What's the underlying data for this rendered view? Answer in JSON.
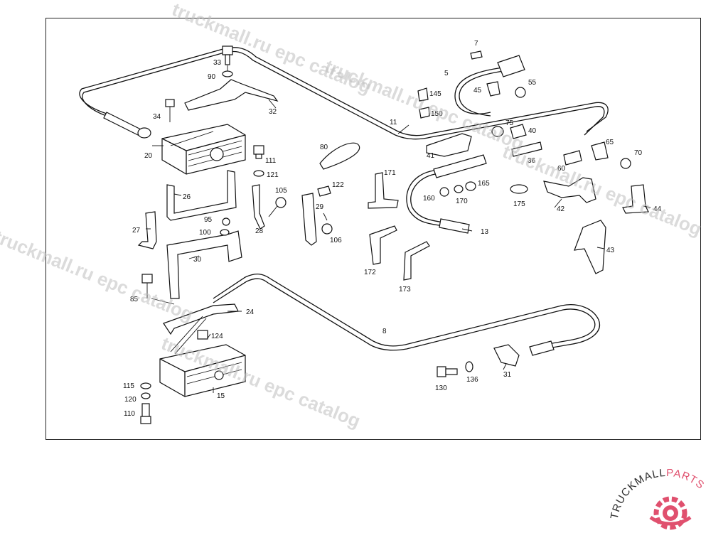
{
  "callouts": [
    {
      "id": "c5",
      "label": "5"
    },
    {
      "id": "c7",
      "label": "7"
    },
    {
      "id": "c8",
      "label": "8"
    },
    {
      "id": "c11",
      "label": "11"
    },
    {
      "id": "c13",
      "label": "13"
    },
    {
      "id": "c15",
      "label": "15"
    },
    {
      "id": "c20",
      "label": "20"
    },
    {
      "id": "c24",
      "label": "24"
    },
    {
      "id": "c26",
      "label": "26"
    },
    {
      "id": "c27",
      "label": "27"
    },
    {
      "id": "c28",
      "label": "28"
    },
    {
      "id": "c29",
      "label": "29"
    },
    {
      "id": "c30",
      "label": "30"
    },
    {
      "id": "c31",
      "label": "31"
    },
    {
      "id": "c32",
      "label": "32"
    },
    {
      "id": "c33",
      "label": "33"
    },
    {
      "id": "c34",
      "label": "34"
    },
    {
      "id": "c36",
      "label": "36"
    },
    {
      "id": "c40",
      "label": "40"
    },
    {
      "id": "c41",
      "label": "41"
    },
    {
      "id": "c42",
      "label": "42"
    },
    {
      "id": "c43",
      "label": "43"
    },
    {
      "id": "c44",
      "label": "44"
    },
    {
      "id": "c45",
      "label": "45"
    },
    {
      "id": "c55",
      "label": "55"
    },
    {
      "id": "c60",
      "label": "60"
    },
    {
      "id": "c65",
      "label": "65"
    },
    {
      "id": "c70",
      "label": "70"
    },
    {
      "id": "c75",
      "label": "75"
    },
    {
      "id": "c80",
      "label": "80"
    },
    {
      "id": "c85",
      "label": "85"
    },
    {
      "id": "c90",
      "label": "90"
    },
    {
      "id": "c95",
      "label": "95"
    },
    {
      "id": "c100",
      "label": "100"
    },
    {
      "id": "c105",
      "label": "105"
    },
    {
      "id": "c106",
      "label": "106"
    },
    {
      "id": "c110",
      "label": "110"
    },
    {
      "id": "c111",
      "label": "111"
    },
    {
      "id": "c115",
      "label": "115"
    },
    {
      "id": "c120",
      "label": "120"
    },
    {
      "id": "c121",
      "label": "121"
    },
    {
      "id": "c122",
      "label": "122"
    },
    {
      "id": "c124",
      "label": "124"
    },
    {
      "id": "c130",
      "label": "130"
    },
    {
      "id": "c136",
      "label": "136"
    },
    {
      "id": "c145",
      "label": "145"
    },
    {
      "id": "c150",
      "label": "150"
    },
    {
      "id": "c160",
      "label": "160"
    },
    {
      "id": "c165",
      "label": "165"
    },
    {
      "id": "c170",
      "label": "170"
    },
    {
      "id": "c171",
      "label": "171"
    },
    {
      "id": "c172",
      "label": "172"
    },
    {
      "id": "c173",
      "label": "173"
    },
    {
      "id": "c175",
      "label": "175"
    }
  ],
  "watermarks": [
    {
      "id": "w1",
      "text": "truckmall.ru epc catalog"
    },
    {
      "id": "w2",
      "text": "truckmall.ru epc catalog"
    },
    {
      "id": "w3",
      "text": "truckmall.ru epc catalog"
    },
    {
      "id": "w4",
      "text": "truckmall.ru epc catalog"
    },
    {
      "id": "w5",
      "text": "truckmall.ru epc catalog"
    }
  ],
  "logo": {
    "text_a": "TRUCKMALL",
    "text_b": "PARTS",
    "color_a": "#2b2b2b",
    "color_b": "#e0506e"
  },
  "colors": {
    "line": "#111111",
    "watermark": "#bdbdbd",
    "accent": "#e0506e"
  }
}
